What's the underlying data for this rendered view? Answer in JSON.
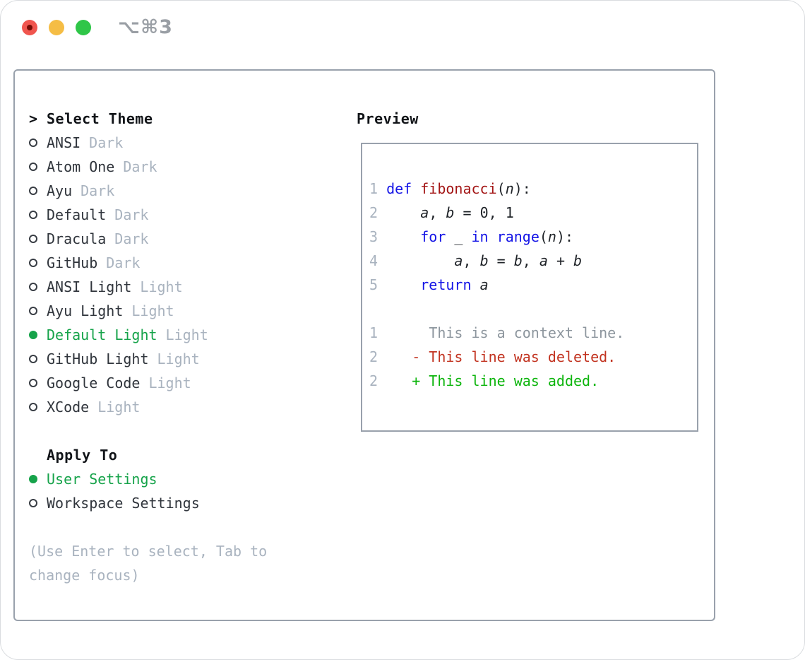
{
  "window": {
    "title": "⌥⌘3"
  },
  "titlebar": {
    "buttons": [
      "close",
      "minimize",
      "zoom"
    ]
  },
  "theme_list": {
    "prompt": ">",
    "header": "Select Theme",
    "items": [
      {
        "name": "ANSI",
        "variant": "Dark",
        "selected": false
      },
      {
        "name": "Atom One",
        "variant": "Dark",
        "selected": false
      },
      {
        "name": "Ayu",
        "variant": "Dark",
        "selected": false
      },
      {
        "name": "Default",
        "variant": "Dark",
        "selected": false
      },
      {
        "name": "Dracula",
        "variant": "Dark",
        "selected": false
      },
      {
        "name": "GitHub",
        "variant": "Dark",
        "selected": false
      },
      {
        "name": "ANSI Light",
        "variant": "Light",
        "selected": false
      },
      {
        "name": "Ayu Light",
        "variant": "Light",
        "selected": false
      },
      {
        "name": "Default Light",
        "variant": "Light",
        "selected": true
      },
      {
        "name": "GitHub Light",
        "variant": "Light",
        "selected": false
      },
      {
        "name": "Google Code",
        "variant": "Light",
        "selected": false
      },
      {
        "name": "XCode",
        "variant": "Light",
        "selected": false
      }
    ]
  },
  "apply_to": {
    "header": "Apply To",
    "options": [
      {
        "label": "User Settings",
        "selected": true
      },
      {
        "label": "Workspace Settings",
        "selected": false
      }
    ]
  },
  "help": {
    "lines": [
      "(Use Enter to select, Tab to",
      "change focus)"
    ]
  },
  "preview": {
    "header": "Preview",
    "lines": [
      {
        "num": "1",
        "tokens": [
          [
            "def",
            "kw"
          ],
          [
            " ",
            "p"
          ],
          [
            "fibonacci",
            "fn"
          ],
          [
            "(",
            "p"
          ],
          [
            "n",
            "var"
          ],
          [
            "):",
            "p"
          ]
        ]
      },
      {
        "num": "2",
        "tokens": [
          [
            "    ",
            "p"
          ],
          [
            "a",
            "var"
          ],
          [
            ", ",
            "p"
          ],
          [
            "b",
            "var"
          ],
          [
            " = 0, 1",
            "p"
          ]
        ]
      },
      {
        "num": "3",
        "tokens": [
          [
            "    ",
            "p"
          ],
          [
            "for",
            "kw"
          ],
          [
            " _ ",
            "p"
          ],
          [
            "in",
            "kw"
          ],
          [
            " ",
            "p"
          ],
          [
            "range",
            "kw"
          ],
          [
            "(",
            "p"
          ],
          [
            "n",
            "var"
          ],
          [
            "):",
            "p"
          ]
        ]
      },
      {
        "num": "4",
        "tokens": [
          [
            "        ",
            "p"
          ],
          [
            "a",
            "var"
          ],
          [
            ", ",
            "p"
          ],
          [
            "b",
            "var"
          ],
          [
            " = ",
            "p"
          ],
          [
            "b",
            "var"
          ],
          [
            ", ",
            "p"
          ],
          [
            "a",
            "var"
          ],
          [
            " + ",
            "p"
          ],
          [
            "b",
            "var"
          ]
        ]
      },
      {
        "num": "5",
        "tokens": [
          [
            "    ",
            "p"
          ],
          [
            "return",
            "kw"
          ],
          [
            " ",
            "p"
          ],
          [
            "a",
            "var"
          ]
        ]
      },
      {
        "blank": true
      },
      {
        "num": "1",
        "tokens": [
          [
            "     ",
            "p"
          ],
          [
            "This is a context line.",
            "ctx"
          ]
        ]
      },
      {
        "num": "2",
        "tokens": [
          [
            "   ",
            "p"
          ],
          [
            "- This line was deleted.",
            "del"
          ]
        ]
      },
      {
        "num": "2",
        "tokens": [
          [
            "   ",
            "p"
          ],
          [
            "+ This line was added.",
            "add"
          ]
        ]
      }
    ]
  },
  "colors": {
    "header_text": "#111418",
    "item_text": "#30353c",
    "muted": "#a9b3bf",
    "selected_green": "#16a34a",
    "border": "#99a1ac",
    "title_gray": "#9a9fa5",
    "keyword_blue": "#1414e6",
    "function_red": "#a31515",
    "code_text": "#1f2328",
    "lineno_gray": "#a9b3bf",
    "context_gray": "#8d969e",
    "deleted_red": "#c23320",
    "added_green": "#0db50d",
    "radio_outline": "#383d44",
    "traffic_red": "#f0554e",
    "traffic_red_dot": "#750b04",
    "traffic_yellow": "#f5bd45",
    "traffic_green": "#2fc648"
  }
}
